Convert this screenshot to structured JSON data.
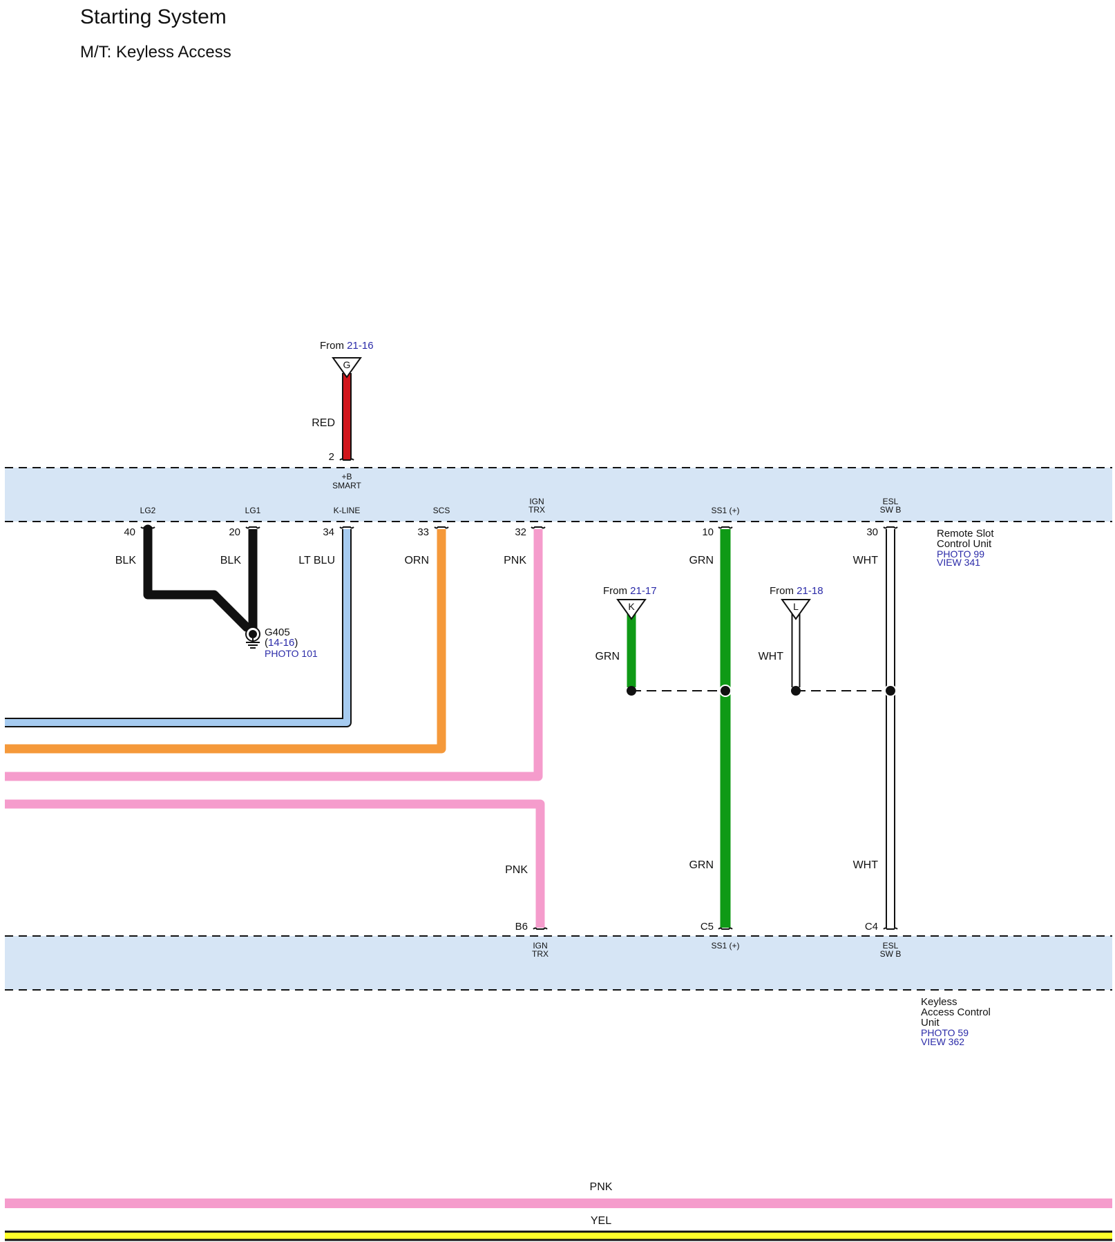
{
  "header": {
    "title": "Starting System",
    "subtitle": "M/T: Keyless Access"
  },
  "colors": {
    "RED": "#d0161c",
    "BLK": "#111111",
    "LT BLU": "#a6cbf0",
    "ORN": "#f5993a",
    "PNK": "#f59ccc",
    "GRN": "#0f9a16",
    "WHT": "#ffffff",
    "YEL": "#ffff2a",
    "band": "#d6e5f5",
    "link": "#2a2aa8"
  },
  "sources": {
    "g": {
      "from_text": "From",
      "ref": "21-16",
      "letter": "G",
      "wire": "RED",
      "pin": "2"
    },
    "k": {
      "from_text": "From",
      "ref": "21-17",
      "letter": "K",
      "wire": "GRN"
    },
    "l": {
      "from_text": "From",
      "ref": "21-18",
      "letter": "L",
      "wire": "WHT"
    }
  },
  "remote_unit": {
    "name_line1": "Remote Slot",
    "name_line2": "Control Unit",
    "photo": "PHOTO 99",
    "view": "VIEW 341",
    "top_signal": {
      "line1": "+B",
      "line2": "SMART"
    },
    "signals": {
      "lg2": "LG2",
      "lg1": "LG1",
      "kline": "K-LINE",
      "scs": "SCS",
      "ign1": "IGN",
      "ign2": "TRX",
      "ss1": "SS1 (+)",
      "esl1": "ESL",
      "esl2": "SW B"
    },
    "pins": {
      "lg2": "40",
      "lg1": "20",
      "kline": "34",
      "scs": "33",
      "ign": "32",
      "ss1": "10",
      "esl": "30"
    },
    "wires": {
      "lg2": "BLK",
      "lg1": "BLK",
      "kline": "LT BLU",
      "scs": "ORN",
      "ign": "PNK",
      "ss1": "GRN",
      "esl": "WHT"
    }
  },
  "ground": {
    "name": "G405",
    "ref": "14-16",
    "photo": "PHOTO 101"
  },
  "keyless_unit": {
    "name_line1": "Keyless",
    "name_line2": "Access Control",
    "name_line3": "Unit",
    "photo": "PHOTO 59",
    "view": "VIEW 362",
    "pins": {
      "ign": "B6",
      "ss1": "C5",
      "esl": "C4"
    },
    "wires": {
      "ign": "PNK",
      "ss1": "GRN",
      "esl": "WHT"
    },
    "signals": {
      "ign1": "IGN",
      "ign2": "TRX",
      "ss1": "SS1 (+)",
      "esl1": "ESL",
      "esl2": "SW B"
    }
  },
  "bottom_wires": {
    "pnk": "PNK",
    "yel": "YEL"
  }
}
